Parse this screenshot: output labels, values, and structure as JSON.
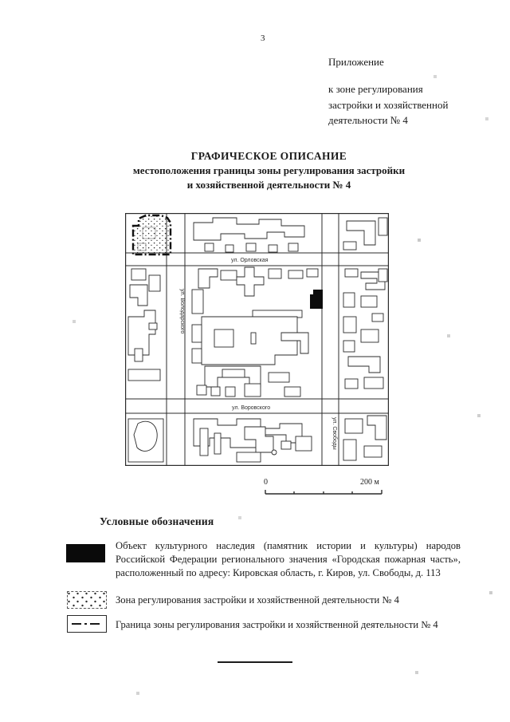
{
  "page": {
    "number": "3",
    "appendix": {
      "heading": "Приложение",
      "body": "к зоне регулирования\nзастройки и хозяйственной\nдеятельности № 4"
    },
    "title": {
      "line1": "ГРАФИЧЕСКОЕ ОПИСАНИЕ",
      "line2": "местоположения границы зоны регулирования застройки",
      "line3": "и хозяйственной деятельности № 4"
    }
  },
  "map": {
    "streets": {
      "orlovskaya": "ул. Орловская",
      "volodarskogo": "ул. Володарского",
      "vorovskogo": "ул. Воровского",
      "svobody": "ул. Свободы"
    },
    "scale": {
      "start": "0",
      "end": "200 м"
    },
    "features": {
      "heritage_object_fill": "#0d0d0d",
      "zone_boundary_style": "dash-dot",
      "ink_color": "#2b2b2b"
    }
  },
  "legend": {
    "heading": "Условные обозначения",
    "items": [
      {
        "swatch": "heritage-object-black-fill",
        "text": "Объект культурного наследия (памятник истории и культуры) народов Российской Федерации регионального значения «Городская пожарная часть», расположенный по адресу: Кировская область, г. Киров, ул. Свободы, д. 113"
      },
      {
        "swatch": "zone-dotted-fill",
        "text": "Зона регулирования застройки и хозяйственной деятельности № 4"
      },
      {
        "swatch": "boundary-dash-dot-line",
        "text": "Граница зоны регулирования застройки и хозяйственной деятельности № 4"
      }
    ]
  },
  "colors": {
    "paper": "#ffffff",
    "ink": "#1a1a1a"
  }
}
